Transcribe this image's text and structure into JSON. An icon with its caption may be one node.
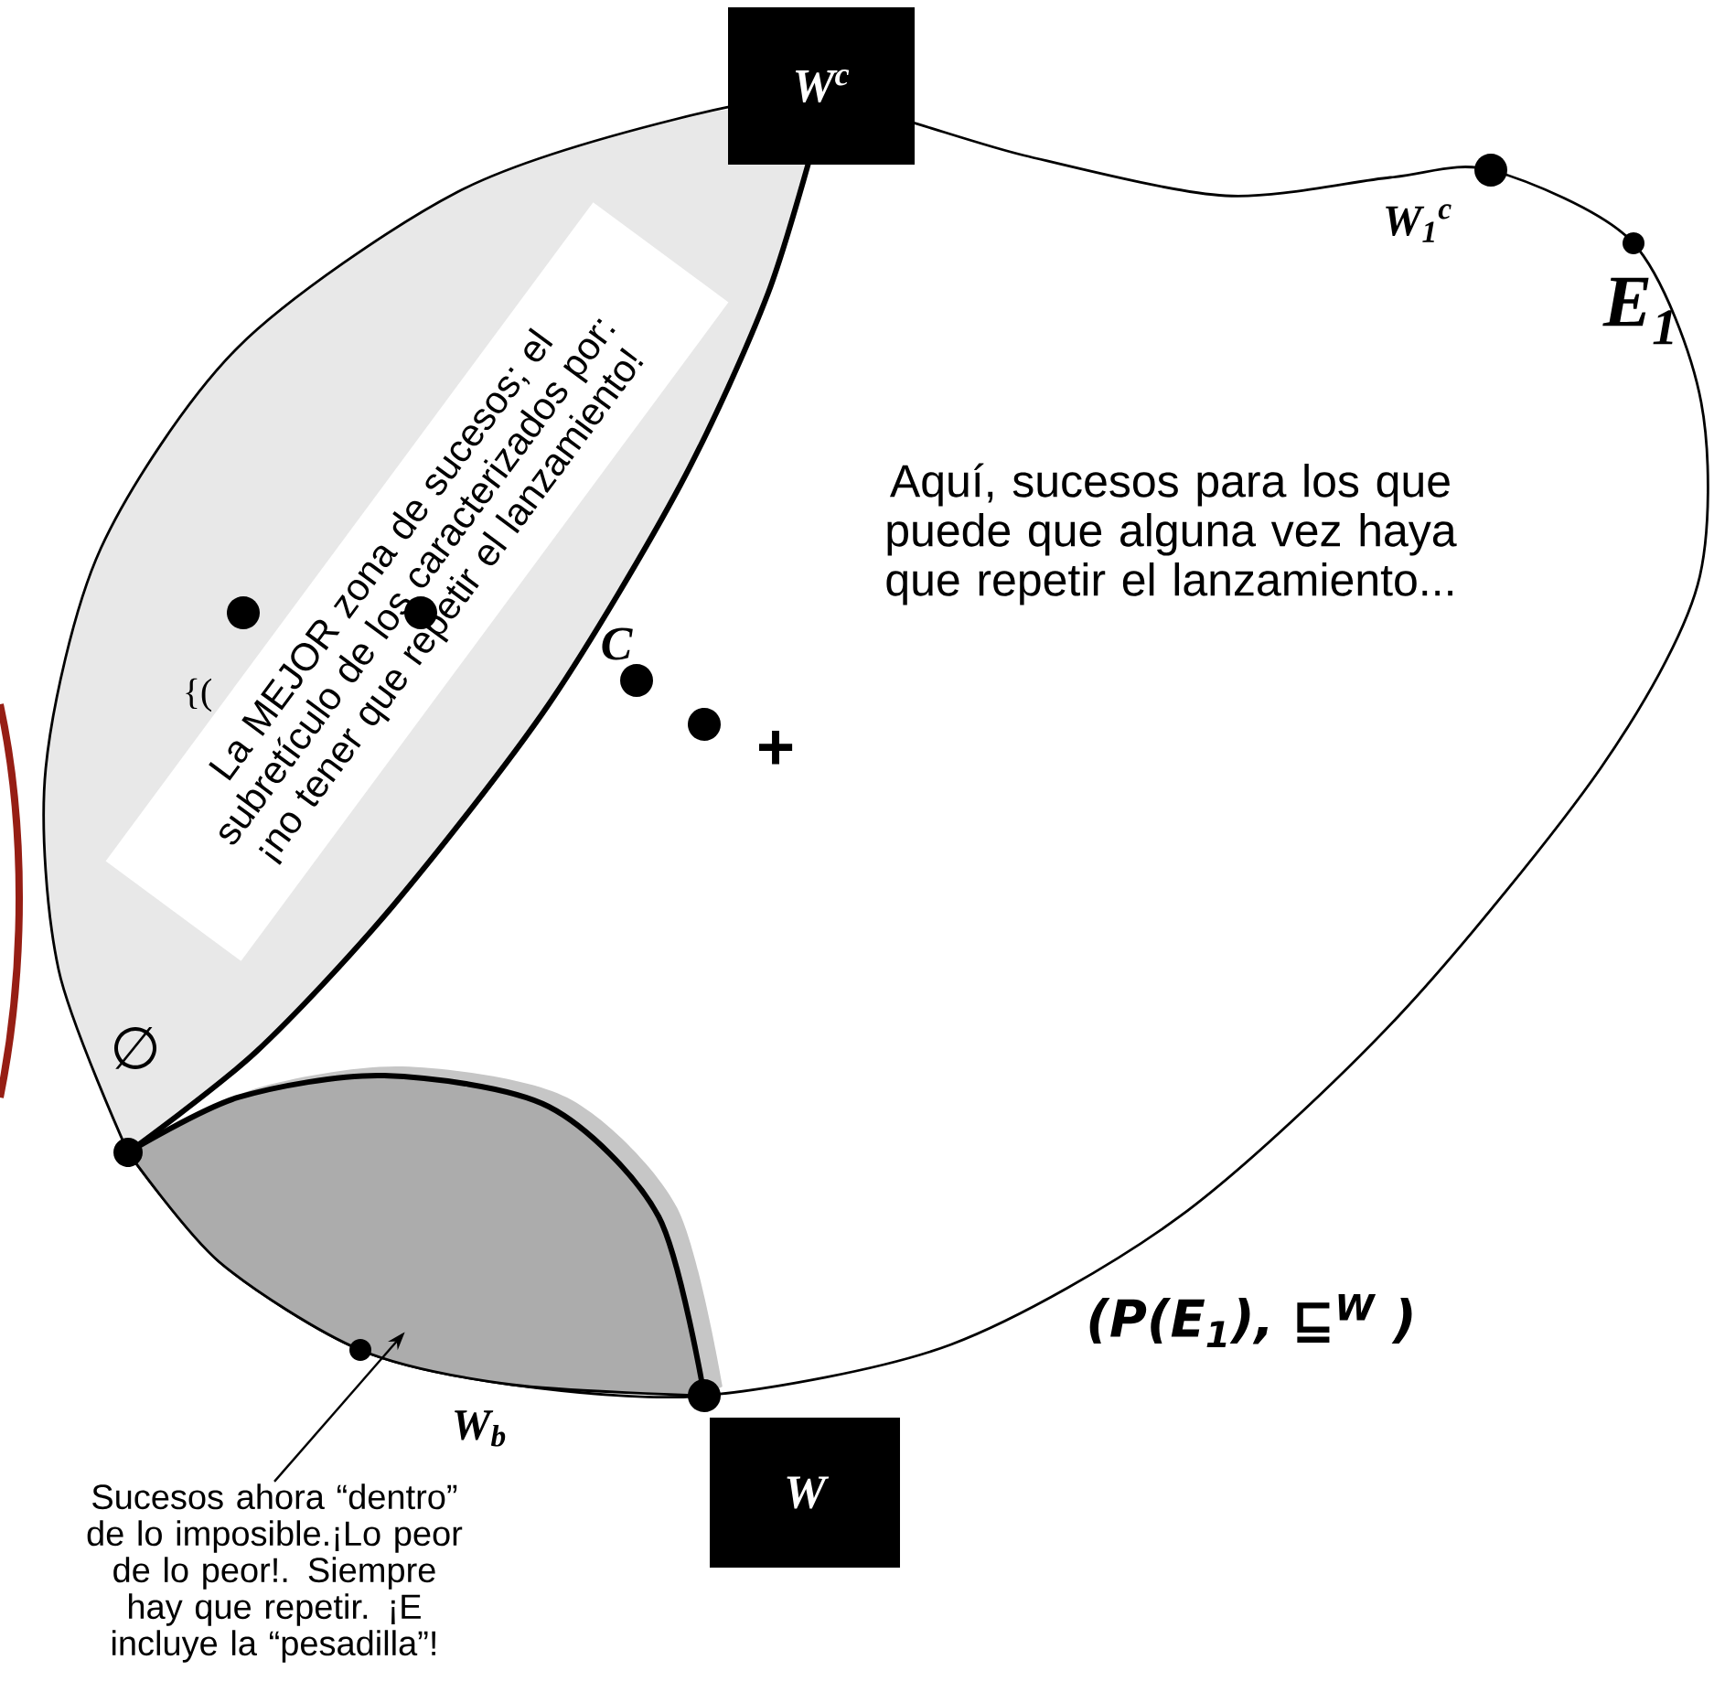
{
  "diagram": {
    "nodes": [
      {
        "text": [
          "W$^{c}$"
        ]
      },
      {
        "text": [
          "W"
        ]
      },
      {
        "text": [
          "La MEJOR zona de sucesos; el subretículo de los caracterizados por: ¡no tener que repetir el lanzamiento!"
        ]
      },
      {
        "text": [
          "Sucesos ahora “dentro” de lo imposible.¡Lo peor de lo peor!. Siempre hay que repetir. ¡E incluye la “pesadilla”!"
        ]
      },
      {
        "text": [],
        "shape": "lens"
      }
    ],
    "edges": [
      {
        "from": 3,
        "to": 4,
        "arrow": "to"
      }
    ],
    "labels": [
      "W$_{1}$$^{c}$",
      "E$_{1}$",
      "Aquí, sucesos para los que puede que alguna vez haya que repetir el lanzamiento...",
      "{(",
      "C",
      "+",
      "∅",
      "(P(E$_{1}$), ⊑$^{W}$ )",
      "W$_{b}$"
    ]
  }
}
